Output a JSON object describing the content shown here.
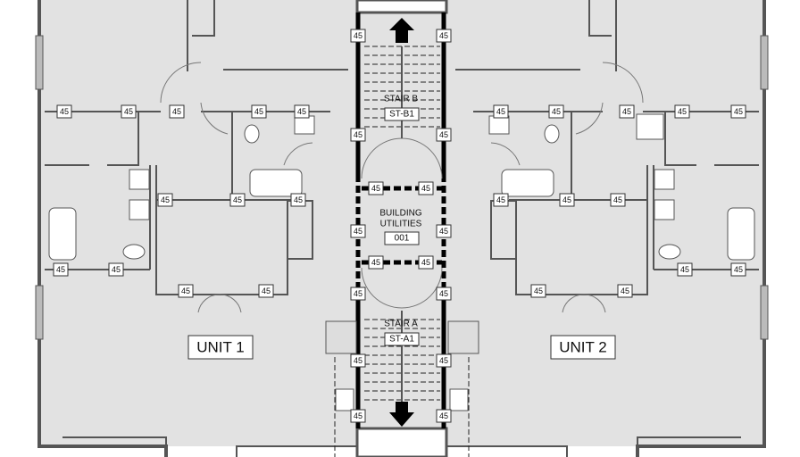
{
  "plan": {
    "fire_rating_tag": "45",
    "units": [
      {
        "label": "UNIT 1"
      },
      {
        "label": "UNIT 2"
      }
    ],
    "stair_b": {
      "name": "STAIR B",
      "code": "ST-B1"
    },
    "stair_a": {
      "name": "STAIR A",
      "code": "ST-A1"
    },
    "utilities": {
      "name_line1": "BUILDING",
      "name_line2": "UTILITIES",
      "number": "001"
    },
    "colors": {
      "floor": "#e2e2e2",
      "wall": "#555555",
      "fire_wall": "#000000"
    }
  }
}
